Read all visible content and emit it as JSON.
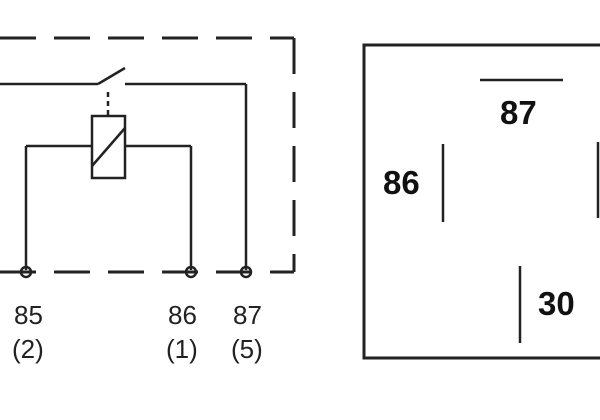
{
  "schematic": {
    "pins": [
      {
        "number": "85",
        "position_code": "(2)"
      },
      {
        "number": "86",
        "position_code": "(1)"
      },
      {
        "number": "87",
        "position_code": "(5)"
      }
    ]
  },
  "pin_layout": {
    "labels": [
      "87",
      "86",
      "30"
    ]
  }
}
